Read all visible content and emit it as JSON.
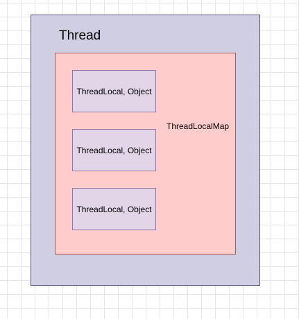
{
  "diagram": {
    "thread": {
      "title": "Thread"
    },
    "map": {
      "label": "ThreadLocalMap",
      "entries": [
        {
          "label": "ThreadLocal, Object"
        },
        {
          "label": "ThreadLocal, Object"
        },
        {
          "label": "ThreadLocal, Object"
        }
      ]
    }
  },
  "colors": {
    "thread_fill": "#d0cee2",
    "thread_border": "#56517e",
    "map_fill": "#ffcccc",
    "map_border": "#b85450",
    "entry_fill": "#e1d5e7",
    "entry_border": "#9673a6",
    "grid": "#e6e6e6"
  }
}
